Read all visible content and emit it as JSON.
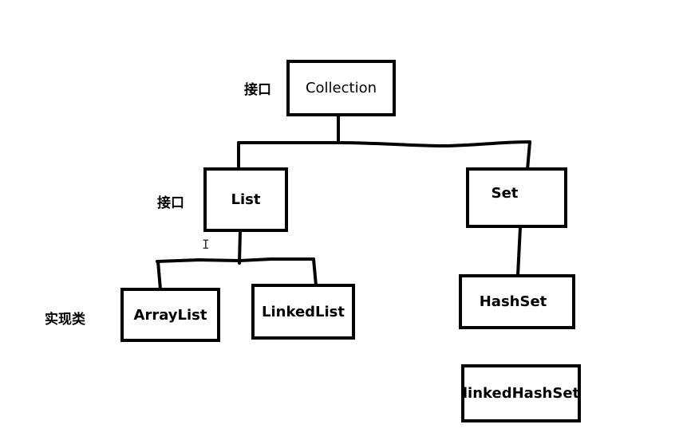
{
  "labels": {
    "interface_top": "接口",
    "interface_list": "接口",
    "impl_class": "实现类"
  },
  "nodes": {
    "collection": "Collection",
    "list": "List",
    "set": "Set",
    "arraylist": "ArrayList",
    "linkedlist": "LinkedList",
    "hashset": "HashSet",
    "linkedhashset": "linkedHashSet"
  },
  "edges": [
    {
      "from": "Collection",
      "to": "List"
    },
    {
      "from": "Collection",
      "to": "Set"
    },
    {
      "from": "List",
      "to": "ArrayList"
    },
    {
      "from": "List",
      "to": "LinkedList"
    },
    {
      "from": "Set",
      "to": "HashSet"
    }
  ]
}
